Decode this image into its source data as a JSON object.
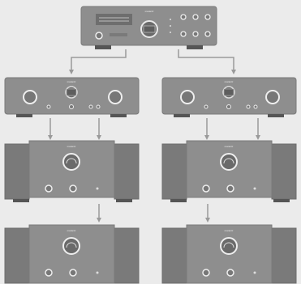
{
  "diagram": {
    "background": "#ebebeb",
    "device_color": "#8e8e8e",
    "device_dark": "#5a5a5a",
    "arrow_color": "#9a9a9a",
    "brand": "marantz",
    "devices": [
      {
        "id": "preamp",
        "kind": "preamplifier"
      },
      {
        "id": "amp-left-1",
        "kind": "integrated-amplifier"
      },
      {
        "id": "amp-right-1",
        "kind": "integrated-amplifier"
      },
      {
        "id": "power-left-2",
        "kind": "power-amplifier"
      },
      {
        "id": "power-right-2",
        "kind": "power-amplifier"
      },
      {
        "id": "power-left-3",
        "kind": "power-amplifier"
      },
      {
        "id": "power-right-3",
        "kind": "power-amplifier"
      }
    ],
    "connections": [
      {
        "from": "preamp",
        "to": "amp-left-1"
      },
      {
        "from": "preamp",
        "to": "amp-right-1"
      },
      {
        "from": "amp-left-1",
        "to": "power-left-2"
      },
      {
        "from": "amp-left-1",
        "to": "power-left-2"
      },
      {
        "from": "amp-right-1",
        "to": "power-right-2"
      },
      {
        "from": "amp-right-1",
        "to": "power-right-2"
      },
      {
        "from": "power-left-2",
        "to": "power-left-3"
      },
      {
        "from": "power-right-2",
        "to": "power-right-3"
      }
    ]
  }
}
